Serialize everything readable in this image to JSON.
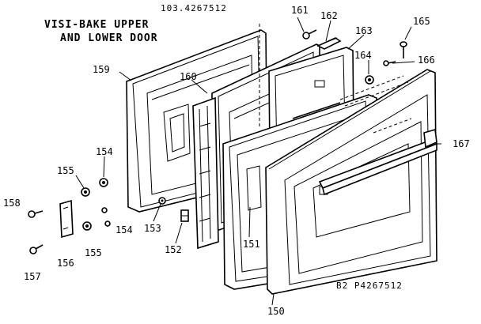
{
  "title_line1": "VISI-BAKE UPPER",
  "title_line2": "AND LOWER DOOR",
  "top_ref": "103.4267512",
  "bottom_ref": "B2 P4267512",
  "labels": {
    "p150": "150",
    "p151": "151",
    "p152": "152",
    "p153": "153",
    "p154": "154",
    "p155a": "155",
    "p155b": "155",
    "p156": "156",
    "p157": "157",
    "p158": "158",
    "p159": "159",
    "p160": "160",
    "p161": "161",
    "p162": "162",
    "p163": "163",
    "p164": "164",
    "p165": "165",
    "p166": "166",
    "p167": "167",
    "p154b": "154"
  }
}
